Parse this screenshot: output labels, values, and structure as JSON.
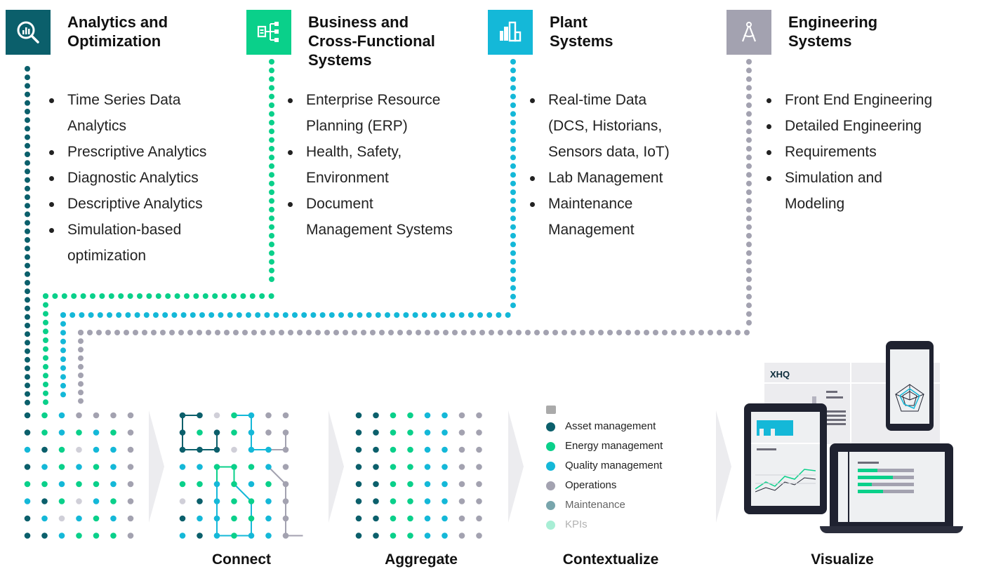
{
  "colors": {
    "petrol": "#0b5f6b",
    "green": "#0ad08a",
    "cyan": "#14b8d8",
    "gray": "#a3a2b0",
    "darkgray": "#8d8c99"
  },
  "columns": [
    {
      "icon": "analytics-magnifier-icon",
      "title": "Analytics and\nOptimization",
      "items": [
        "Time Series Data\nAnalytics",
        "Prescriptive Analytics",
        "Diagnostic Analytics",
        "Descriptive Analytics",
        "Simulation-based\noptimization"
      ]
    },
    {
      "icon": "hierarchy-tree-icon",
      "title": "Business and\nCross-Functional\nSystems",
      "items": [
        "Enterprise Resource\nPlanning (ERP)",
        "Health, Safety,\nEnvironment",
        "Document\nManagement Systems"
      ]
    },
    {
      "icon": "plant-buildings-icon",
      "title": "Plant\nSystems",
      "items": [
        "Real-time Data\n(DCS, Historians,\nSensors data, IoT)",
        "Lab Management",
        "Maintenance\nManagement"
      ]
    },
    {
      "icon": "compass-drafting-icon",
      "title": "Engineering\nSystems",
      "items": [
        "Front End Engineering",
        "Detailed Engineering",
        "Requirements",
        "Simulation and\nModeling"
      ]
    }
  ],
  "legend": [
    {
      "label": "Asset management",
      "color": "#0b5f6b"
    },
    {
      "label": "Energy management",
      "color": "#0ad08a"
    },
    {
      "label": "Quality management",
      "color": "#14b8d8"
    },
    {
      "label": "Operations",
      "color": "#a3a2b0"
    },
    {
      "label": "Maintenance",
      "color": "#3f7f89"
    },
    {
      "label": "KPIs",
      "color": "#bff5df"
    }
  ],
  "steps": {
    "connect": "Connect",
    "aggregate": "Aggregate",
    "contextualize": "Contextualize",
    "visualize": "Visualize"
  },
  "dashboard": {
    "brand": "XHQ"
  }
}
